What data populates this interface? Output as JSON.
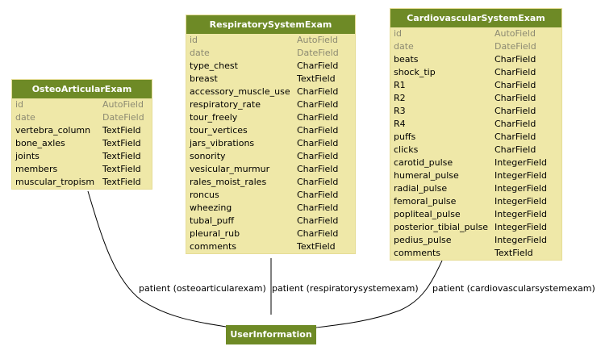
{
  "models": {
    "osteo": {
      "title": "OsteoArticularExam",
      "fields": [
        {
          "name": "id",
          "type": "AutoField",
          "auto": true
        },
        {
          "name": "date",
          "type": "DateField",
          "auto": true
        },
        {
          "name": "vertebra_column",
          "type": "TextField"
        },
        {
          "name": "bone_axles",
          "type": "TextField"
        },
        {
          "name": "joints",
          "type": "TextField"
        },
        {
          "name": "members",
          "type": "TextField"
        },
        {
          "name": "muscular_tropism",
          "type": "TextField"
        }
      ]
    },
    "respiratory": {
      "title": "RespiratorySystemExam",
      "fields": [
        {
          "name": "id",
          "type": "AutoField",
          "auto": true
        },
        {
          "name": "date",
          "type": "DateField",
          "auto": true
        },
        {
          "name": "type_chest",
          "type": "CharField"
        },
        {
          "name": "breast",
          "type": "TextField"
        },
        {
          "name": "accessory_muscle_use",
          "type": "CharField"
        },
        {
          "name": "respiratory_rate",
          "type": "CharField"
        },
        {
          "name": "tour_freely",
          "type": "CharField"
        },
        {
          "name": "tour_vertices",
          "type": "CharField"
        },
        {
          "name": "jars_vibrations",
          "type": "CharField"
        },
        {
          "name": "sonority",
          "type": "CharField"
        },
        {
          "name": "vesicular_murmur",
          "type": "CharField"
        },
        {
          "name": "rales_moist_rales",
          "type": "CharField"
        },
        {
          "name": "roncus",
          "type": "CharField"
        },
        {
          "name": "wheezing",
          "type": "CharField"
        },
        {
          "name": "tubal_puff",
          "type": "CharField"
        },
        {
          "name": "pleural_rub",
          "type": "CharField"
        },
        {
          "name": "comments",
          "type": "TextField"
        }
      ]
    },
    "cardio": {
      "title": "CardiovascularSystemExam",
      "fields": [
        {
          "name": "id",
          "type": "AutoField",
          "auto": true
        },
        {
          "name": "date",
          "type": "DateField",
          "auto": true
        },
        {
          "name": "beats",
          "type": "CharField"
        },
        {
          "name": "shock_tip",
          "type": "CharField"
        },
        {
          "name": "R1",
          "type": "CharField"
        },
        {
          "name": "R2",
          "type": "CharField"
        },
        {
          "name": "R3",
          "type": "CharField"
        },
        {
          "name": "R4",
          "type": "CharField"
        },
        {
          "name": "puffs",
          "type": "CharField"
        },
        {
          "name": "clicks",
          "type": "CharField"
        },
        {
          "name": "carotid_pulse",
          "type": "IntegerField"
        },
        {
          "name": "humeral_pulse",
          "type": "IntegerField"
        },
        {
          "name": "radial_pulse",
          "type": "IntegerField"
        },
        {
          "name": "femoral_pulse",
          "type": "IntegerField"
        },
        {
          "name": "popliteal_pulse",
          "type": "IntegerField"
        },
        {
          "name": "posterior_tibial_pulse",
          "type": "IntegerField"
        },
        {
          "name": "pedius_pulse",
          "type": "IntegerField"
        },
        {
          "name": "comments",
          "type": "TextField"
        }
      ]
    }
  },
  "user_information": {
    "title": "UserInformation"
  },
  "relations": {
    "osteo": "patient (osteoarticularexam)",
    "respiratory": "patient (respiratorysystemexam)",
    "cardio": "patient (cardiovascularsystemexam)"
  },
  "colors": {
    "header": "#6e8a26",
    "body": "#efe8a8",
    "auto_field_text": "#8c8a72",
    "edge": "#000000"
  }
}
